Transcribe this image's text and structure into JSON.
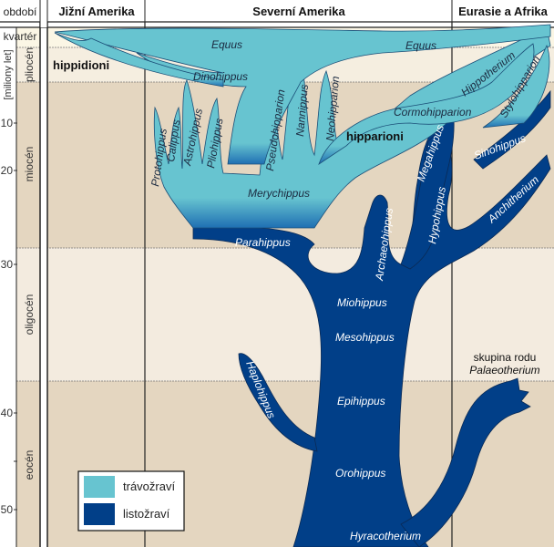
{
  "header": {
    "period": "období",
    "south_america": "Jižní Amerika",
    "north_america": "Severní Amerika",
    "eurasia_africa": "Eurasie a Afrika"
  },
  "axis": {
    "label": "[miliony let]",
    "ticks": [
      "10",
      "20",
      "30",
      "40",
      "50"
    ]
  },
  "periods": [
    "kvartér",
    "pliocén",
    "miocén",
    "oligocén",
    "eocén"
  ],
  "groups": {
    "hippidions": "hippidioni",
    "hipparions": "hipparioni",
    "palaeotherium_line1": "skupina rodu",
    "palaeotherium_line2": "Palaeotherium"
  },
  "grazers": [
    "Equus",
    "Equus",
    "Dinohippus",
    "Protohippus",
    "Calippus",
    "Astrohippus",
    "Pliohippus",
    "Pseudohipparion",
    "Nannippus",
    "Neohipparion",
    "Cormohipparion",
    "Hippotherium",
    "Stylohipparion",
    "Merychippus"
  ],
  "browsers": [
    "Parahippus",
    "Miohippus",
    "Mesohippus",
    "Epihippus",
    "Orohippus",
    "Hyracotherium",
    "Haplohippus",
    "Archaeohippus",
    "Megahippus",
    "Hypohippus",
    "Sinohippus",
    "Anchitherium"
  ],
  "legend": {
    "grazers": "trávožraví",
    "browsers": "listožraví"
  },
  "colors": {
    "grazer": "#67c4d0",
    "browser": "#013f88",
    "bg_dark": "#e4d6c0",
    "bg_light": "#f5eee0",
    "bg_quaternary": "#fbf6e5"
  }
}
